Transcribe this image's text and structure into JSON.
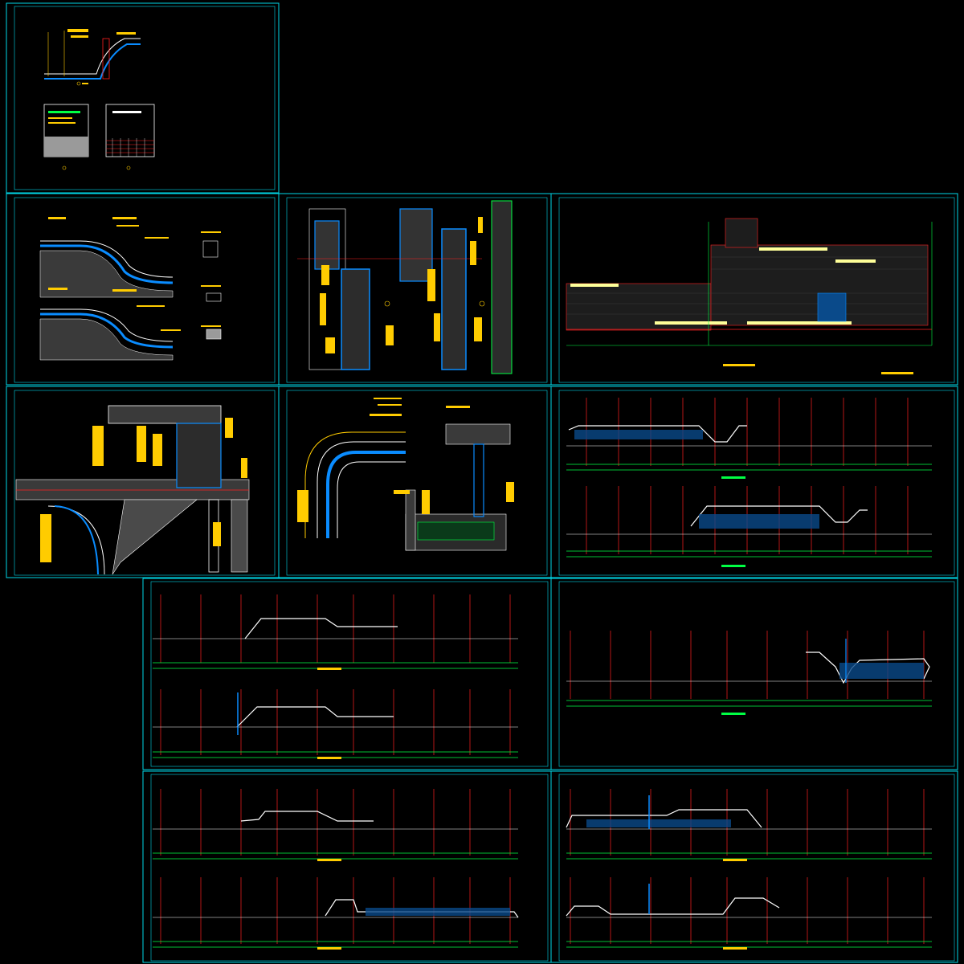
{
  "drawing": {
    "background": "#000000",
    "colors": {
      "frame": "#00d8e8",
      "annotation": "#ffcc00",
      "dimension": "#00ff44",
      "gridline": "#ff2020",
      "hatch": "#0a8cff",
      "outline": "#ffffff",
      "fill_grey": "#9a9a9a"
    },
    "sheets": [
      {
        "id": "sheet-1",
        "content": "details-and-tables"
      },
      {
        "id": "sheet-2",
        "content": "ramp-sections"
      },
      {
        "id": "sheet-3",
        "content": "wall-sections"
      },
      {
        "id": "sheet-4",
        "content": "plan-view"
      },
      {
        "id": "sheet-5",
        "content": "large-section-detail"
      },
      {
        "id": "sheet-6",
        "content": "curved-wall-detail"
      },
      {
        "id": "sheet-7",
        "content": "long-profiles"
      },
      {
        "id": "sheet-8",
        "content": "long-profiles"
      },
      {
        "id": "sheet-9",
        "content": "long-profile"
      },
      {
        "id": "sheet-10",
        "content": "long-profiles"
      },
      {
        "id": "sheet-11",
        "content": "long-profiles"
      }
    ]
  }
}
